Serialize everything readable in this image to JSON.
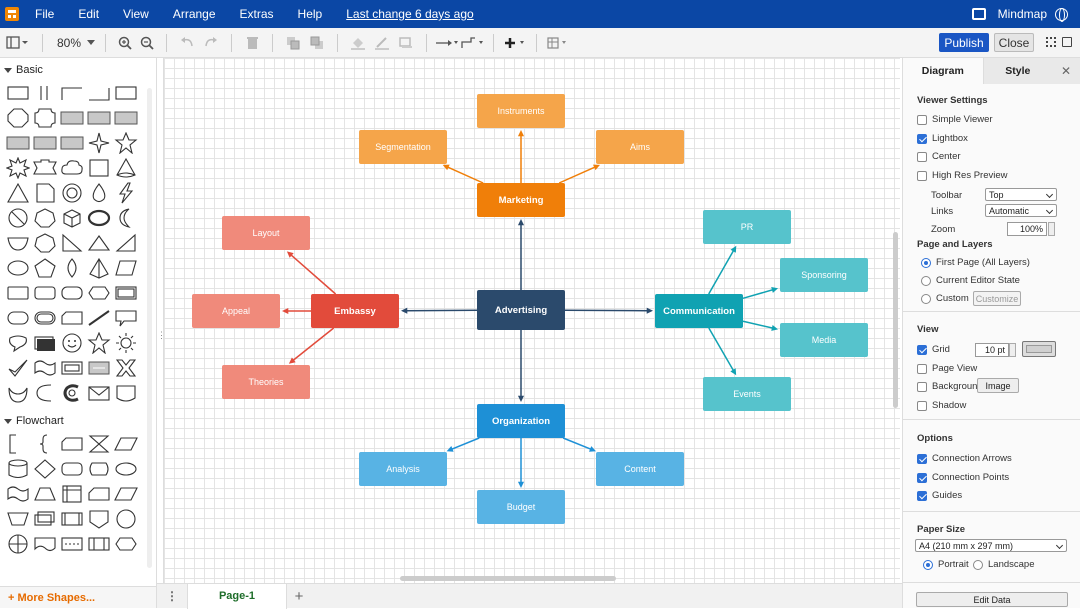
{
  "menubar": {
    "menus": [
      "File",
      "Edit",
      "View",
      "Arrange",
      "Extras",
      "Help"
    ],
    "last_change": "Last change 6 days ago",
    "diagram_name": "Mindmap"
  },
  "toolbar": {
    "zoom": "80%",
    "publish_label": "Publish",
    "close_label": "Close"
  },
  "sidebar": {
    "basic_title": "Basic",
    "flowchart_title": "Flowchart",
    "more_shapes": "+ More Shapes..."
  },
  "pages": {
    "current": "Page-1"
  },
  "mindmap": {
    "center": "Advertising",
    "branches": [
      {
        "name": "Marketing",
        "color": "#f07f09",
        "children": [
          "Instruments",
          "Segmentation",
          "Aims"
        ],
        "child_color": "#f5a54a"
      },
      {
        "name": "Embassy",
        "color": "#e24b3b",
        "children": [
          "Layout",
          "Appeal",
          "Theories"
        ],
        "child_color": "#f08a7b"
      },
      {
        "name": "Communication",
        "color": "#10a2b2",
        "children": [
          "PR",
          "Sponsoring",
          "Media",
          "Events"
        ],
        "child_color": "#56c3cc"
      },
      {
        "name": "Organization",
        "color": "#1e90d6",
        "children": [
          "Analysis",
          "Content",
          "Budget"
        ],
        "child_color": "#58b3e4"
      }
    ],
    "center_color": "#2b4a6c"
  },
  "format_panel": {
    "tabs": {
      "diagram": "Diagram",
      "style": "Style"
    },
    "viewer_settings": {
      "title": "Viewer Settings",
      "simple_viewer": "Simple Viewer",
      "lightbox": "Lightbox",
      "center": "Center",
      "high_res_preview": "High Res Preview",
      "toolbar_label": "Toolbar",
      "toolbar_value": "Top",
      "links_label": "Links",
      "links_value": "Automatic",
      "zoom_label": "Zoom",
      "zoom_value": "100%"
    },
    "page_layers": {
      "title": "Page and Layers",
      "first_page": "First Page (All Layers)",
      "current_editor_state": "Current Editor State",
      "custom": "Custom",
      "customize": "Customize"
    },
    "view": {
      "title": "View",
      "grid": "Grid",
      "grid_size": "10 pt",
      "page_view": "Page View",
      "background": "Background",
      "image_btn": "Image",
      "shadow": "Shadow"
    },
    "options": {
      "title": "Options",
      "connection_arrows": "Connection Arrows",
      "connection_points": "Connection Points",
      "guides": "Guides"
    },
    "paper_size": {
      "title": "Paper Size",
      "value": "A4 (210 mm x 297 mm)",
      "portrait": "Portrait",
      "landscape": "Landscape"
    },
    "edit_data": "Edit Data"
  }
}
